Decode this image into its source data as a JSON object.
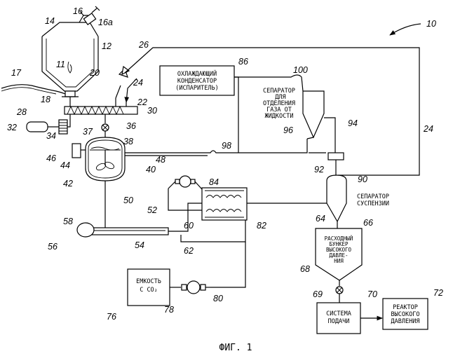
{
  "boxes": {
    "condenser": [
      "ОХЛАЖДАЮЩИЙ",
      "КОНДЕНСАТОР",
      "(ИСПАРИТЕЛЬ)"
    ],
    "gas_separator": [
      "СЕПАРАТОР",
      "ДЛЯ",
      "ОТДЕЛЕНИЯ",
      "ГАЗА ОТ",
      "ЖИДКОСТИ"
    ],
    "suspension_separator": [
      "СЕПАРАТОР",
      "СУСПЕНЗИИ"
    ],
    "hp_hopper": [
      "РАСХОДНЫЙ",
      "БУНКЕР",
      "ВЫСОКОГО",
      "ДАВЛЕ-",
      "НИЯ"
    ],
    "co2_tank": [
      "ЕМКОСТЬ",
      "С CO₂"
    ],
    "feed_system": [
      "СИСТЕМА",
      "ПОДАЧИ"
    ],
    "hp_reactor": [
      "РЕАКТОР",
      "ВЫСОКОГО",
      "ДАВЛЕНИЯ"
    ]
  },
  "refs": {
    "r10": "10",
    "r11": "11",
    "r12": "12",
    "r14": "14",
    "r16": "16",
    "r16a": "16a",
    "r17": "17",
    "r18": "18",
    "r20": "20",
    "r22": "22",
    "r24a": "24",
    "r24b": "24",
    "r26": "26",
    "r28": "28",
    "r30": "30",
    "r32": "32",
    "r34": "34",
    "r36": "36",
    "r37": "37",
    "r38": "38",
    "r40": "40",
    "r42": "42",
    "r44": "44",
    "r46": "46",
    "r48": "48",
    "r50": "50",
    "r52": "52",
    "r54": "54",
    "r56": "56",
    "r58": "58",
    "r60": "60",
    "r62": "62",
    "r64": "64",
    "r66": "66",
    "r68": "68",
    "r69": "69",
    "r70": "70",
    "r72": "72",
    "r76": "76",
    "r78": "78",
    "r80": "80",
    "r82": "82",
    "r84": "84",
    "r86": "86",
    "r90": "90",
    "r92": "92",
    "r94": "94",
    "r96": "96",
    "r98": "98",
    "r100": "100"
  },
  "caption": "ФИГ. 1"
}
